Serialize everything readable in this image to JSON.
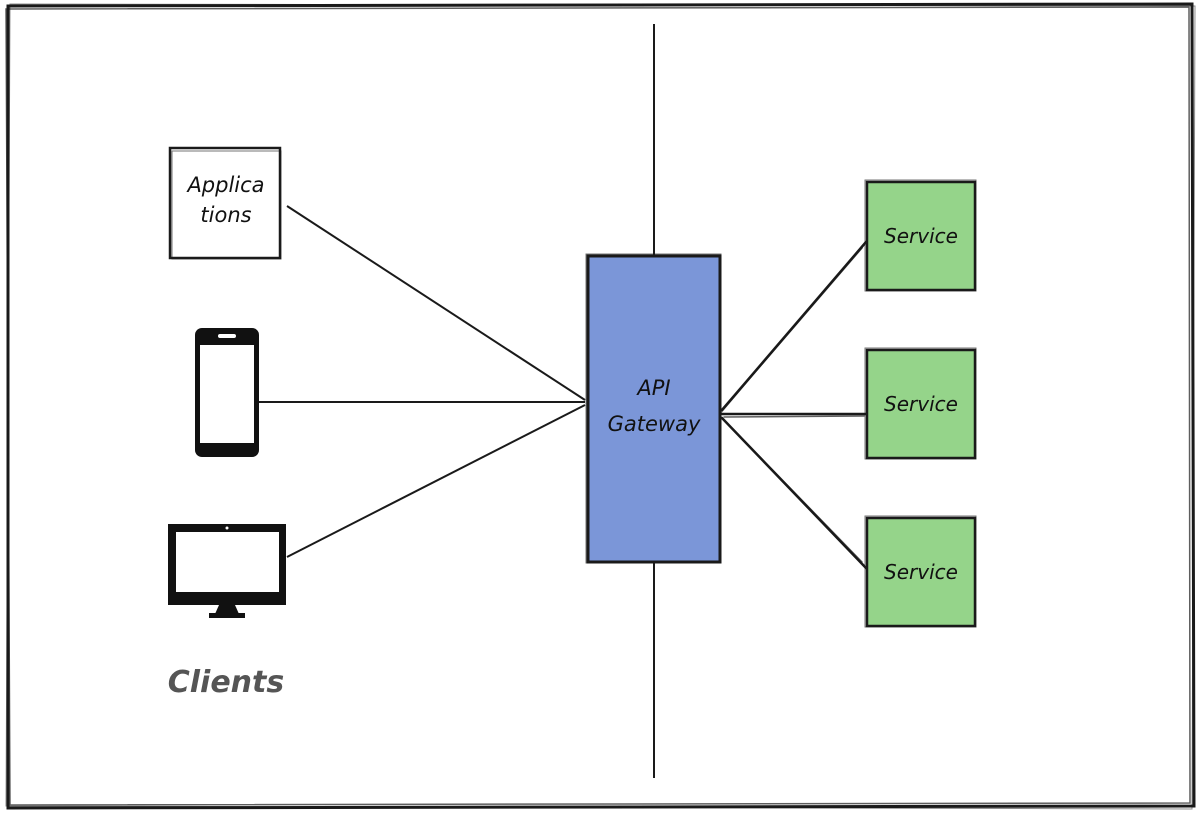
{
  "diagram": {
    "applications_box": {
      "line1": "Applica",
      "line2": "tions"
    },
    "clients_label": "Clients",
    "gateway": {
      "line1": "API",
      "line2": "Gateway",
      "fill": "#7b96d8"
    },
    "services": [
      {
        "label": "Service",
        "fill": "#95d48a"
      },
      {
        "label": "Service",
        "fill": "#95d48a"
      },
      {
        "label": "Service",
        "fill": "#95d48a"
      }
    ],
    "colors": {
      "stroke": "#1a1a1a",
      "clients_text": "#555555",
      "background": "#ffffff"
    }
  }
}
